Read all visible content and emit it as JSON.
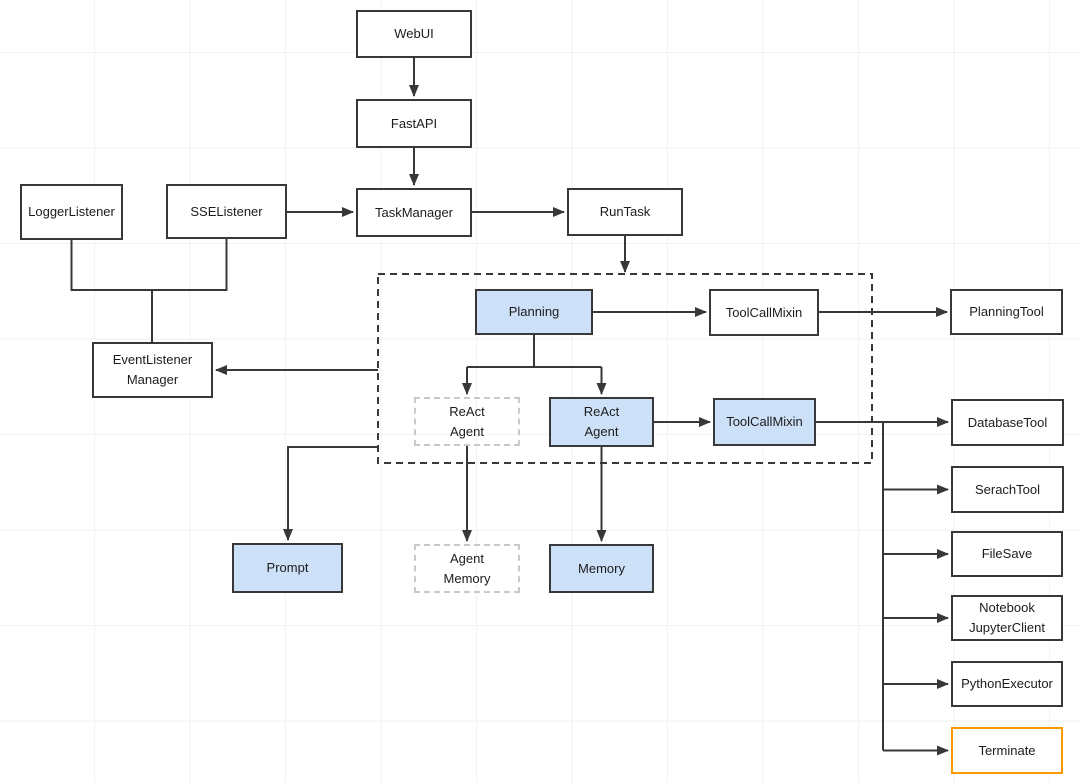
{
  "diagram": {
    "nodes": {
      "webui": {
        "label": "WebUI"
      },
      "fastapi": {
        "label": "FastAPI"
      },
      "task_manager": {
        "label": "TaskManager"
      },
      "run_task": {
        "label": "RunTask"
      },
      "logger_listener": {
        "label": "LoggerListener"
      },
      "sse_listener": {
        "label": "SSEListener"
      },
      "event_listener_manager": {
        "line1": "EventListener",
        "line2": "Manager"
      },
      "planning": {
        "label": "Planning"
      },
      "toolcallmixin_top": {
        "label": "ToolCallMixin"
      },
      "react_agent_ghost": {
        "line1": "ReAct",
        "line2": "Agent"
      },
      "react_agent": {
        "line1": "ReAct",
        "line2": "Agent"
      },
      "toolcallmixin_bottom": {
        "label": "ToolCallMixin"
      },
      "planning_tool": {
        "label": "PlanningTool"
      },
      "database_tool": {
        "label": "DatabaseTool"
      },
      "serach_tool": {
        "label": "SerachTool"
      },
      "file_save": {
        "label": "FileSave"
      },
      "notebook_jupyter_client": {
        "line1": "Notebook",
        "line2": "JupyterClient"
      },
      "python_executor": {
        "label": "PythonExecutor"
      },
      "terminate": {
        "label": "Terminate"
      },
      "prompt": {
        "label": "Prompt"
      },
      "agent_memory": {
        "line1": "Agent",
        "line2": "Memory"
      },
      "memory": {
        "label": "Memory"
      }
    },
    "edges": [
      {
        "from": "WebUI",
        "to": "FastAPI",
        "arrow": true
      },
      {
        "from": "FastAPI",
        "to": "TaskManager",
        "arrow": true
      },
      {
        "from": "SSEListener",
        "to": "TaskManager",
        "arrow": true
      },
      {
        "from": "TaskManager",
        "to": "RunTask",
        "arrow": true
      },
      {
        "from": "RunTask",
        "to": "agents-container",
        "arrow": true
      },
      {
        "from": "LoggerListener",
        "to": "EventListenerManager",
        "arrow": false
      },
      {
        "from": "SSEListener",
        "to": "EventListenerManager",
        "arrow": false
      },
      {
        "from": "agents-container",
        "to": "EventListenerManager",
        "arrow": true
      },
      {
        "from": "Planning",
        "to": "ToolCallMixin (top)",
        "arrow": true
      },
      {
        "from": "ToolCallMixin (top)",
        "to": "PlanningTool",
        "arrow": true
      },
      {
        "from": "Planning",
        "to": "ReAct Agent (ghost)",
        "arrow": true
      },
      {
        "from": "Planning",
        "to": "ReAct Agent",
        "arrow": true
      },
      {
        "from": "ReAct Agent",
        "to": "ToolCallMixin (bottom)",
        "arrow": true
      },
      {
        "from": "ToolCallMixin (bottom)",
        "to": "DatabaseTool",
        "arrow": true
      },
      {
        "from": "ToolCallMixin (bottom)",
        "to": "SerachTool",
        "arrow": true
      },
      {
        "from": "ToolCallMixin (bottom)",
        "to": "FileSave",
        "arrow": true
      },
      {
        "from": "ToolCallMixin (bottom)",
        "to": "Notebook JupyterClient",
        "arrow": true
      },
      {
        "from": "ToolCallMixin (bottom)",
        "to": "PythonExecutor",
        "arrow": true
      },
      {
        "from": "ToolCallMixin (bottom)",
        "to": "Terminate",
        "arrow": true
      },
      {
        "from": "agents-container",
        "to": "Prompt",
        "arrow": true
      },
      {
        "from": "ReAct Agent (ghost)",
        "to": "Agent Memory",
        "arrow": true
      },
      {
        "from": "ReAct Agent",
        "to": "Memory",
        "arrow": true
      }
    ],
    "colors": {
      "node_border": "#383838",
      "node_fill": "#ffffff",
      "highlight_fill": "#cce0f7",
      "ghost_border": "#c9c9c9",
      "terminate_border": "#ff9900",
      "connector": "#383838",
      "grid_line": "#f2f2f2",
      "text": "#1c1c1c"
    }
  }
}
